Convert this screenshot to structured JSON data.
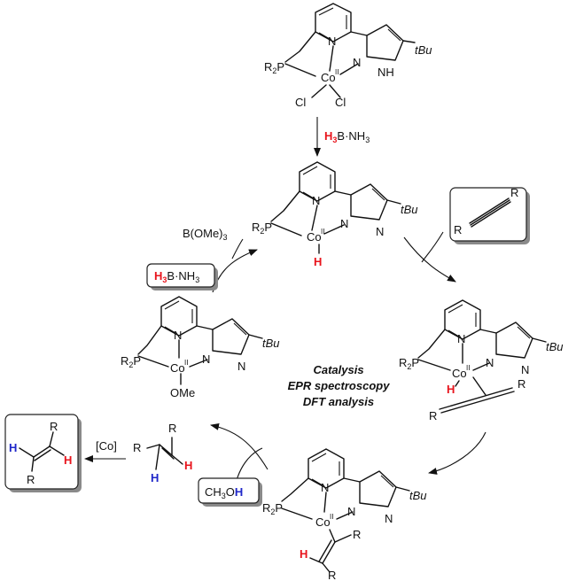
{
  "labels": {
    "tbu": "tBu",
    "co": "Co",
    "ox": "II",
    "n": "N",
    "nh": "NH",
    "cl": "Cl",
    "h": "H",
    "r": "R",
    "r2p": "R",
    "r2p_sub": "2",
    "p": "P",
    "ome": "OMe",
    "bome3": "B(OMe)",
    "bome3_sub": "3"
  },
  "reagents": {
    "h3bnh3_h": "H",
    "h3bnh3_sub": "3",
    "h3bnh3_rest": "B·NH",
    "h3bnh3_sub2": "3",
    "methanol": "CH",
    "methanol_sub": "3",
    "methanol_o": "O",
    "methanol_h": "H",
    "cobalt_cat": "[Co]"
  },
  "center_text": [
    "Catalysis",
    "EPR spectroscopy",
    "DFT analysis"
  ],
  "colors": {
    "hydrogen_red": "#e8141c",
    "hydrogen_blue": "#1f27c9"
  }
}
